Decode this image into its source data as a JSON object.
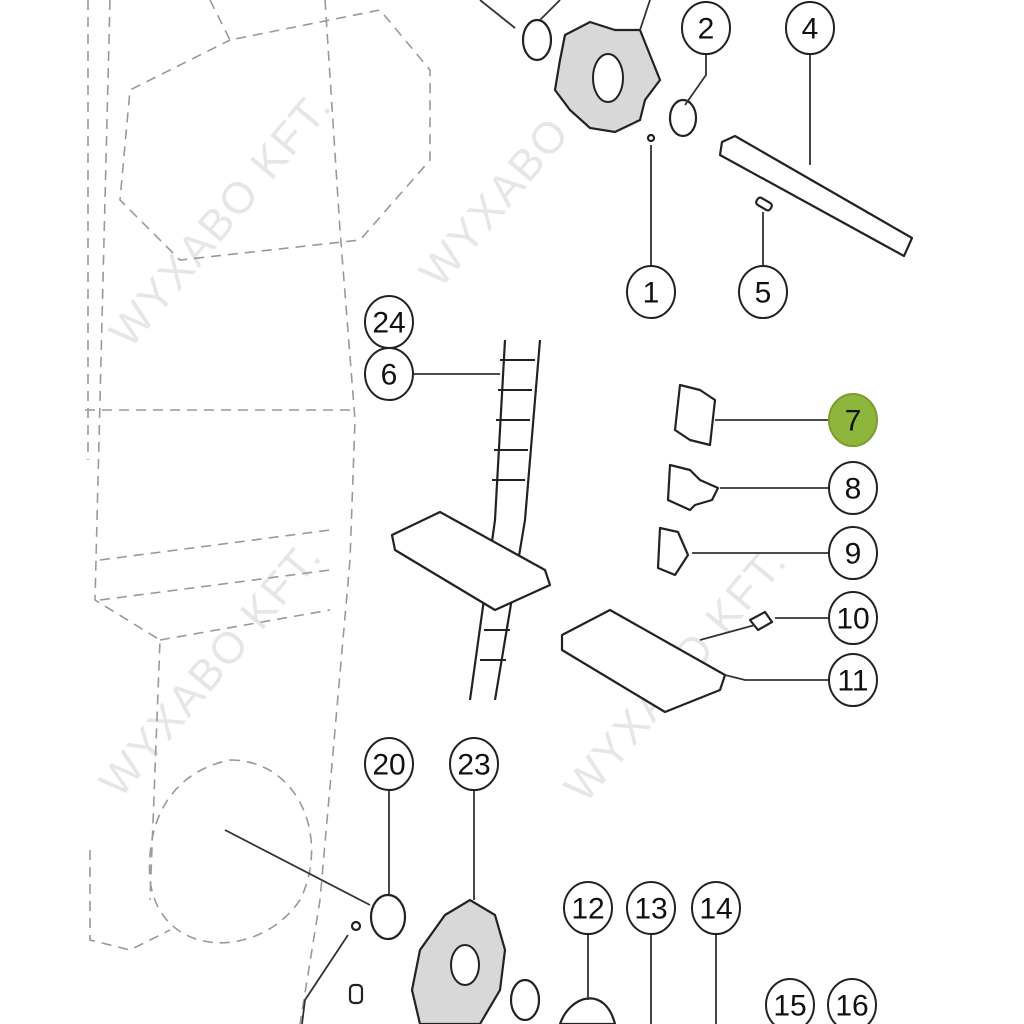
{
  "diagram": {
    "watermark": "WYXABO KFT.",
    "highlight_color": "#8fb63c",
    "highlighted_callout": "7",
    "callouts": [
      "2",
      "4",
      "1",
      "5",
      "24",
      "6",
      "7",
      "8",
      "9",
      "10",
      "11",
      "20",
      "23",
      "12",
      "13",
      "14",
      "15",
      "16"
    ]
  }
}
